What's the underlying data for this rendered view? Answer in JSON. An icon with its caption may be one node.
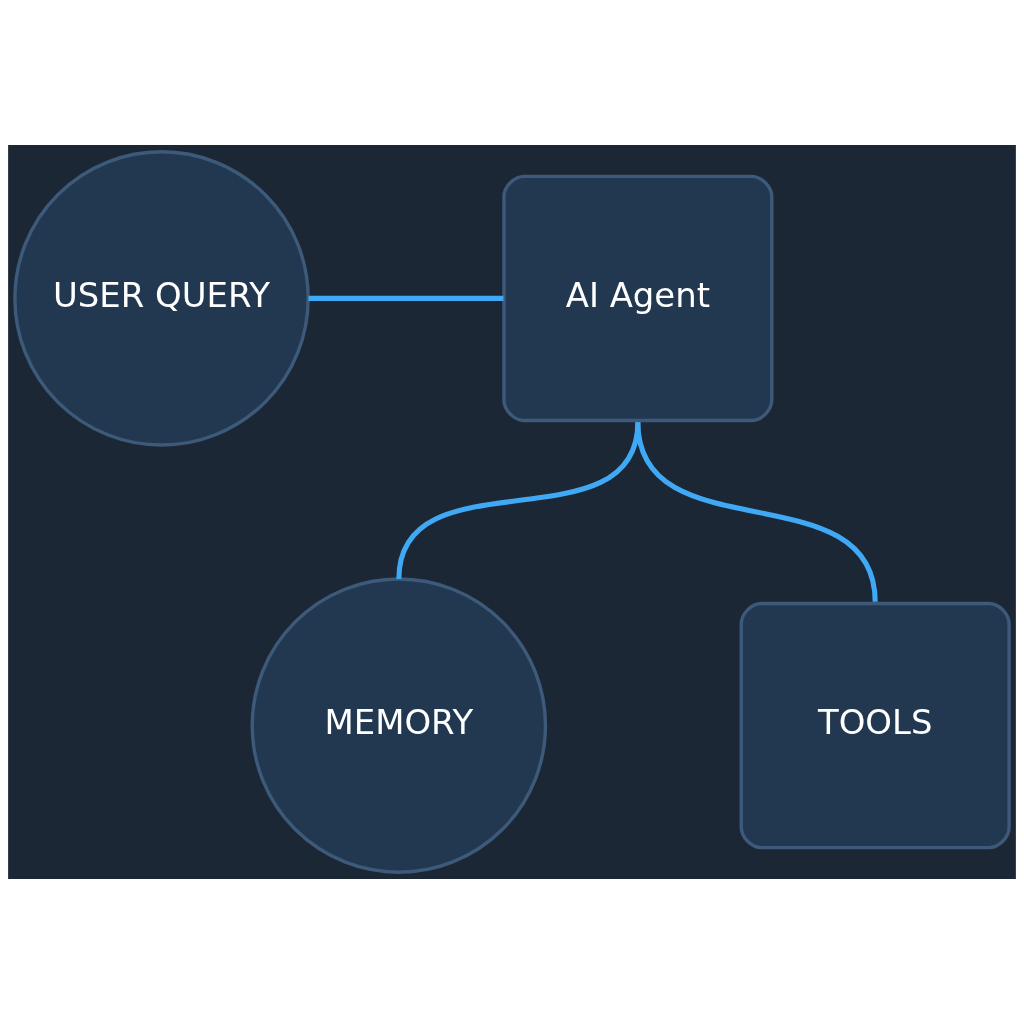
{
  "diagram": {
    "nodes": [
      {
        "text": [
          "USER QUERY"
        ]
      },
      {
        "text": [
          "AI Agent"
        ]
      },
      {
        "text": [
          "MEMORY"
        ]
      },
      {
        "text": [
          "TOOLS"
        ]
      }
    ],
    "edges": [
      {
        "from": 0,
        "to": 1,
        "arrow": "none"
      },
      {
        "from": 1,
        "to": 2,
        "arrow": "none"
      },
      {
        "from": 1,
        "to": 3,
        "arrow": "none"
      }
    ]
  }
}
